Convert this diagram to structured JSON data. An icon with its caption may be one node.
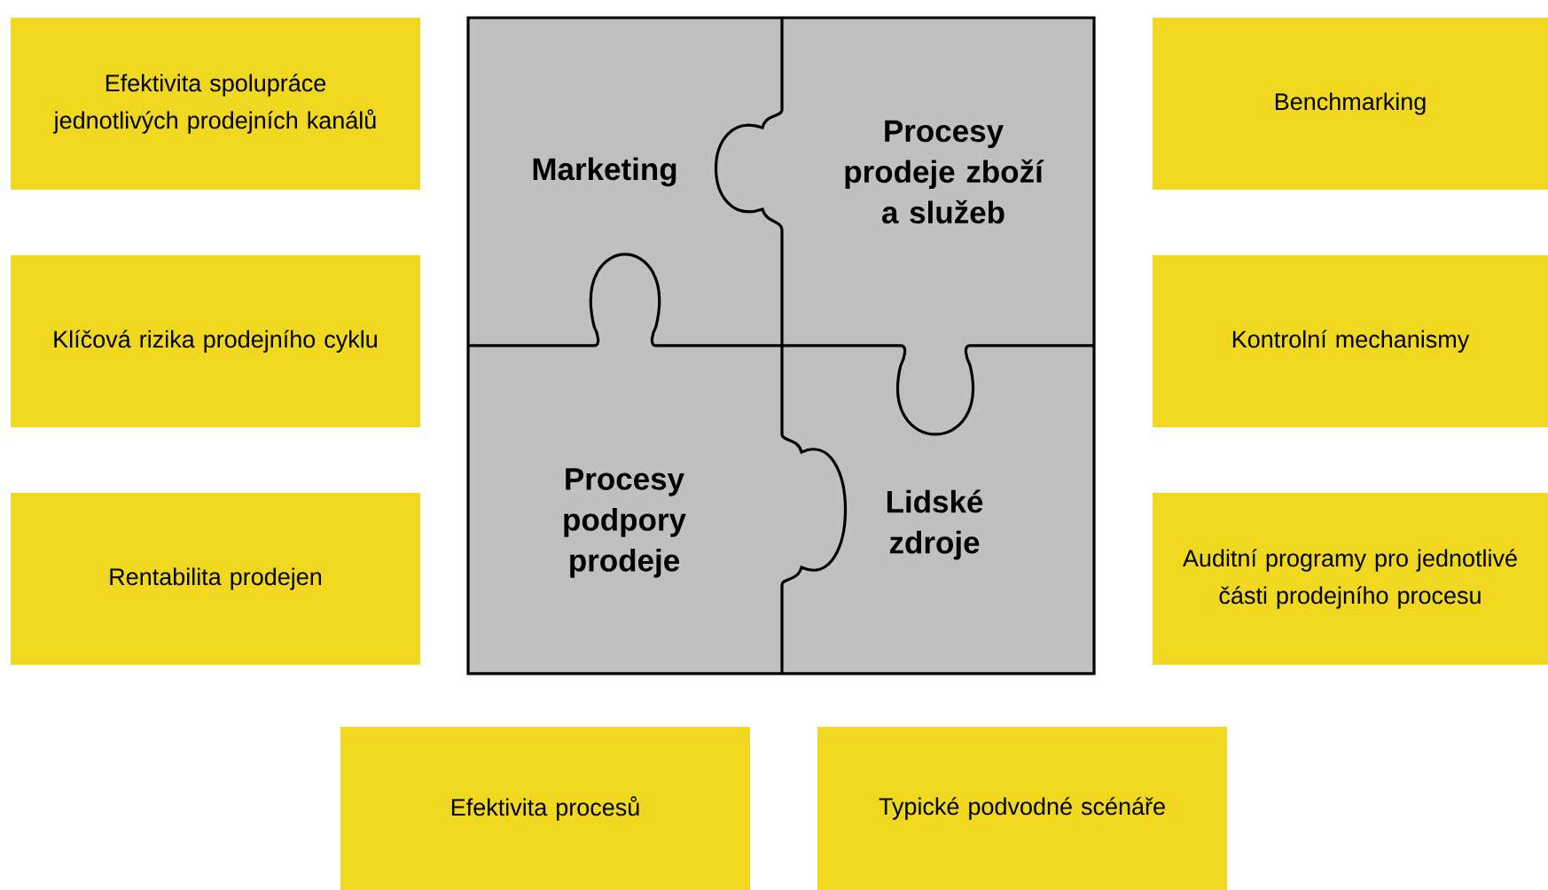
{
  "diagram": {
    "nodes": [
      {
        "text": [
          "Efektivita spolupráce jednotlivých prodejních kanálů"
        ]
      },
      {
        "text": [
          "Klíčová rizika prodejního cyklu"
        ]
      },
      {
        "text": [
          "Rentabilita prodejen"
        ]
      },
      {
        "text": [
          "Marketing"
        ]
      },
      {
        "text": [
          "Procesy prodeje zboží a služeb"
        ]
      },
      {
        "text": [
          "Procesy podpory prodeje"
        ]
      },
      {
        "text": [
          "Lidské zdroje"
        ]
      },
      {
        "text": [
          "Benchmarking"
        ]
      },
      {
        "text": [
          "Kontrolní mechanismy"
        ]
      },
      {
        "text": [
          "Auditní programy pro jednotlivé části prodejního procesu"
        ]
      },
      {
        "text": [
          "Efektivita procesů"
        ]
      },
      {
        "text": [
          "Typické podvodné scénáře"
        ]
      }
    ]
  }
}
